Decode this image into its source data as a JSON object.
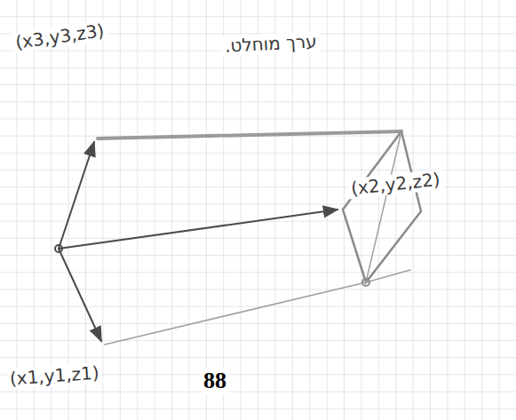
{
  "diagram": {
    "labels": [
      "(x3,y3,z3)",
      "ערך מוחלט.",
      "(x2,y2,z2)",
      "(x1,y1,z1)",
      "88"
    ]
  }
}
